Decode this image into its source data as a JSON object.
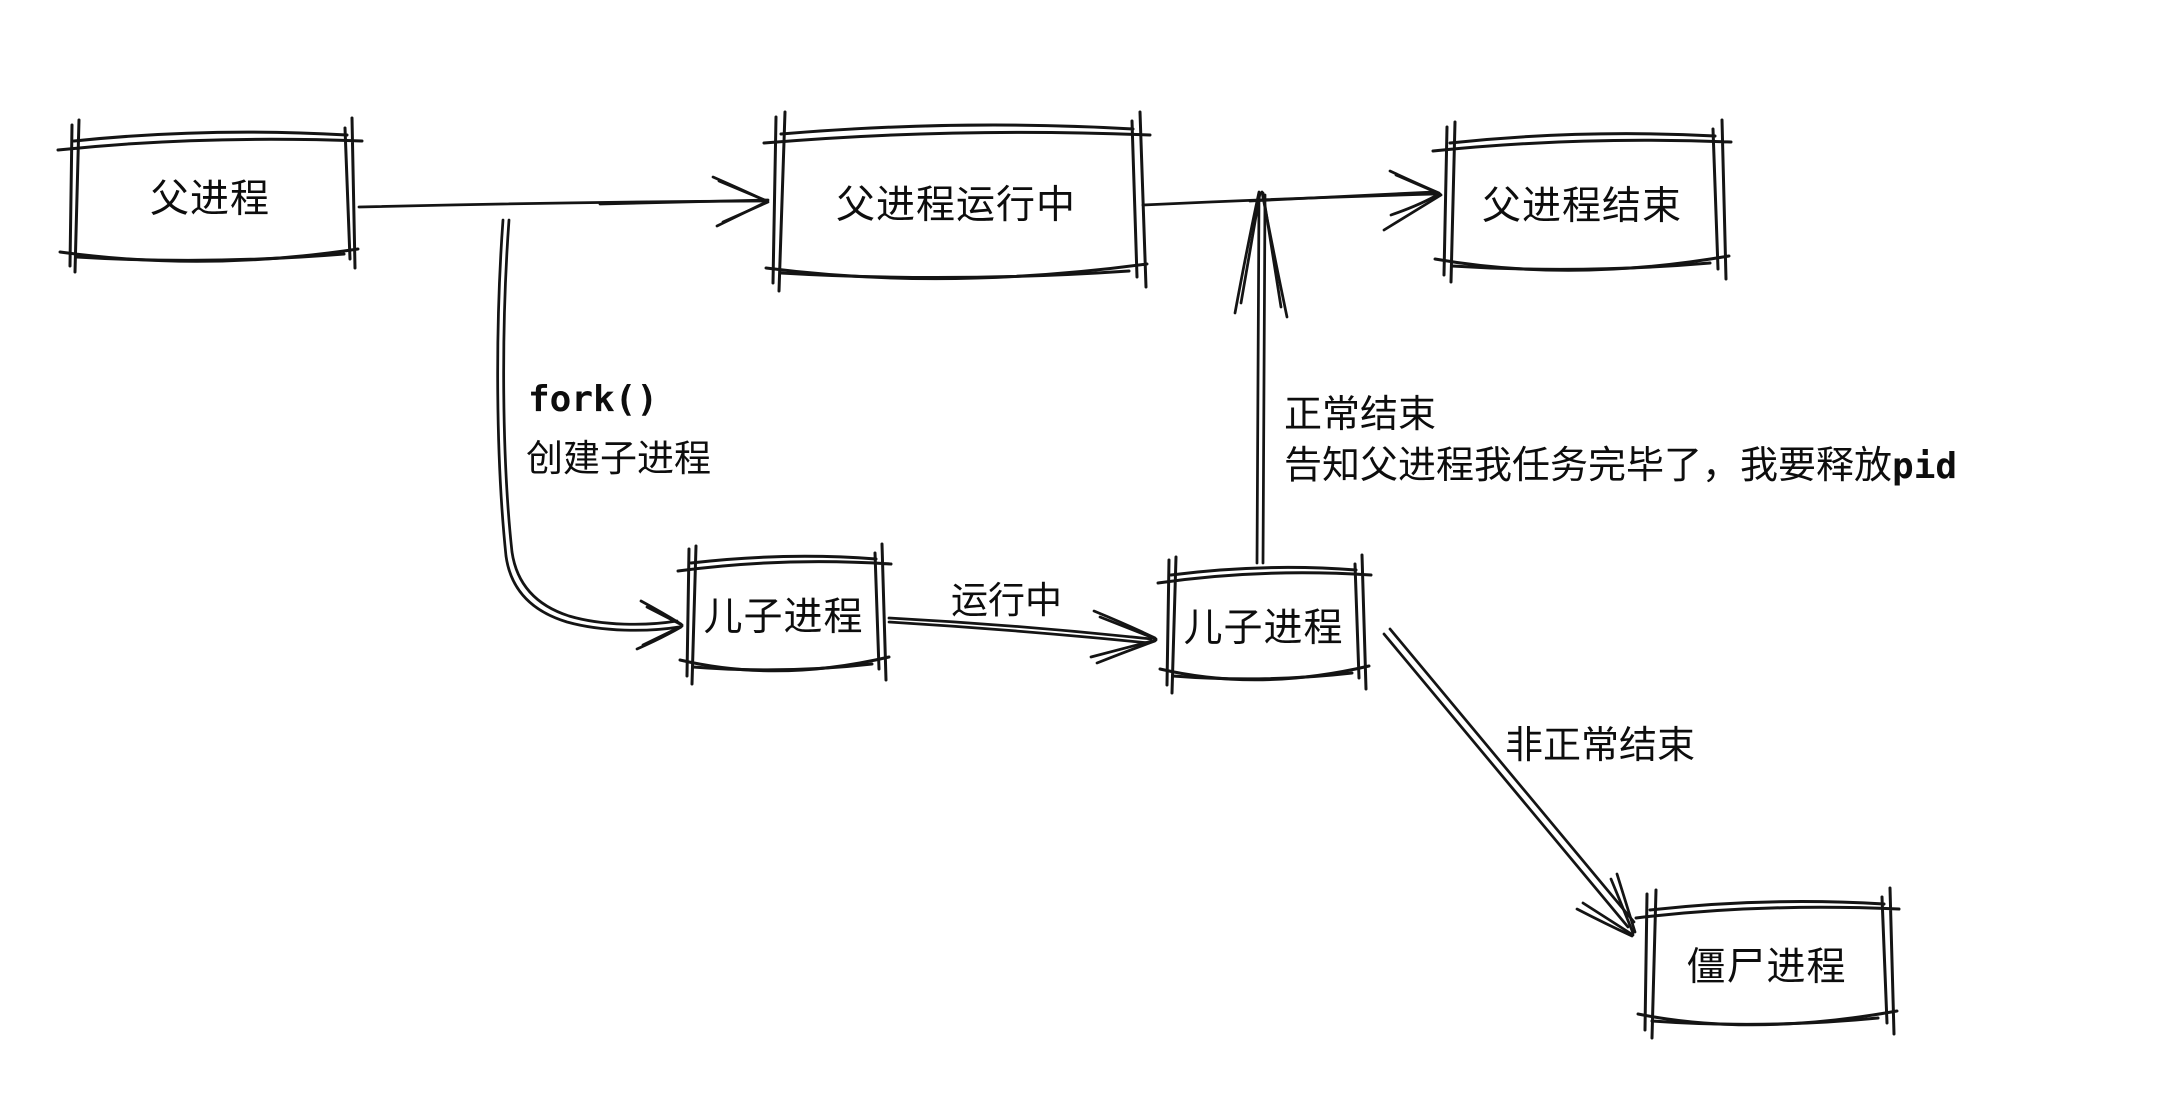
{
  "colors": {
    "background": "#ffffff",
    "ink": "#141414"
  },
  "nodes": [
    {
      "id": "parent",
      "label": "父进程"
    },
    {
      "id": "parent-running",
      "label": "父进程运行中"
    },
    {
      "id": "parent-ended",
      "label": "父进程结束"
    },
    {
      "id": "child-1",
      "label": "儿子进程"
    },
    {
      "id": "child-2",
      "label": "儿子进程"
    },
    {
      "id": "zombie",
      "label": "僵尸进程"
    }
  ],
  "edges": {
    "fork": {
      "code": "fork()",
      "desc": "创建子进程"
    },
    "running": {
      "label": "运行中"
    },
    "normal_end": {
      "line1": "正常结束",
      "line2": "告知父进程我任务完毕了，我要释放",
      "line2_code": "pid"
    },
    "abnormal_end": {
      "label": "非正常结束"
    }
  }
}
